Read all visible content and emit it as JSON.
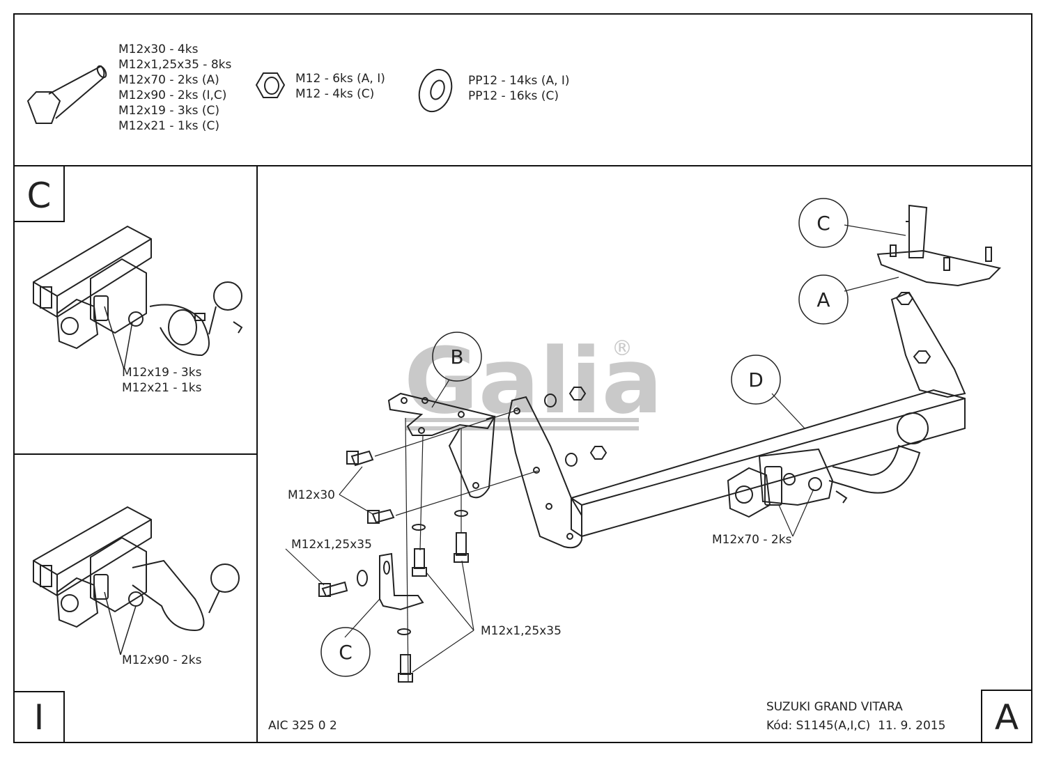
{
  "parts_legend": {
    "bolts": [
      "M12x30 - 4ks",
      "M12x1,25x35 - 8ks",
      "M12x70 - 2ks (A)",
      "M12x90 - 2ks (I,C)",
      "M12x19 - 3ks (C)",
      "M12x21 - 1ks (C)"
    ],
    "nuts": [
      "M12 - 6ks (A, I)",
      "M12 - 4ks (C)"
    ],
    "washers": [
      "PP12 - 14ks (A, I)",
      "PP12 - 16ks (C)"
    ]
  },
  "variant_c": {
    "corner_letter": "C",
    "callout": [
      "M12x19 - 3ks",
      "M12x21 - 1ks"
    ]
  },
  "variant_i": {
    "corner_letter": "I",
    "callout": "M12x90 - 2ks"
  },
  "main": {
    "corner_letter": "A",
    "labels": {
      "b": "B",
      "c_top": "C",
      "a": "A",
      "d": "D",
      "c_bottom": "C"
    },
    "callouts": {
      "m12x30": "M12x30",
      "m12x125x35_left": "M12x1,25x35",
      "m12x125x35_bottom": "M12x1,25x35",
      "m12x70": "M12x70 - 2ks"
    }
  },
  "watermark": {
    "text": "Galia",
    "mark": "®"
  },
  "footer": {
    "drawing_number": "AIC 325 0 2",
    "vehicle": "SUZUKI GRAND VITARA",
    "code": "Kód: S1145(A,I,C)  11. 9. 2015"
  }
}
